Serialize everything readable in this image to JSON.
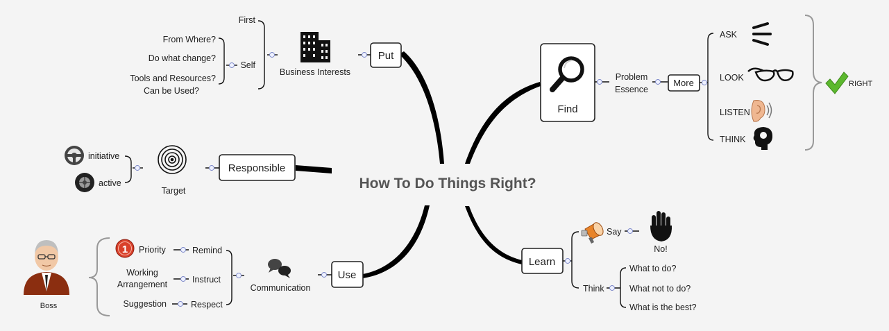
{
  "title": "How To Do Things Right?",
  "topics": {
    "put": {
      "label": "Put",
      "business_interests": "Business Interests",
      "self": "Self",
      "first": "First",
      "from_where": "From Where?",
      "do_what_change": "Do what change?",
      "tools_line1": "Tools and Resources?",
      "tools_line2": "Can be Used?"
    },
    "responsible": {
      "label": "Responsible",
      "target": "Target",
      "initiative": "initiative",
      "active": "active"
    },
    "use": {
      "label": "Use",
      "communication": "Communication",
      "remind": "Remind",
      "instruct": "Instruct",
      "respect": "Respect",
      "priority": "Priority",
      "working_line1": "Working",
      "working_line2": "Arrangement",
      "suggestion": "Suggestion",
      "boss": "Boss"
    },
    "find": {
      "label": "Find",
      "problem_line1": "Problem",
      "problem_line2": "Essence",
      "more": "More",
      "ask": "ASK",
      "look": "LOOK",
      "listen": "LISTEN",
      "think": "THINK",
      "right": "RIGHT"
    },
    "learn": {
      "label": "Learn",
      "say": "Say",
      "no": "No!",
      "think": "Think",
      "what_to_do": "What to do?",
      "what_not_to_do": "What not to do?",
      "what_is_best": "What is the best?"
    }
  },
  "icons": {
    "business": "office-building-icon",
    "target": "target-rings-icon",
    "wheel": "steering-wheel-icon",
    "tire": "tire-icon",
    "chat": "speech-bubbles-icon",
    "priority_badge": "number-one-badge-icon",
    "boss": "boss-avatar-icon",
    "magnifier": "magnifier-icon",
    "ask": "ask-lines-icon",
    "glasses": "glasses-icon",
    "ear": "ear-icon",
    "head": "head-icon",
    "check": "checkmark-icon",
    "megaphone": "megaphone-icon",
    "hand": "stop-hand-icon"
  },
  "priority_number": "1",
  "colors": {
    "background": "#f4f4f4",
    "title": "#555555",
    "check": "#5cb82e",
    "priority": "#d9402a",
    "megaphone": "#e8842a"
  }
}
